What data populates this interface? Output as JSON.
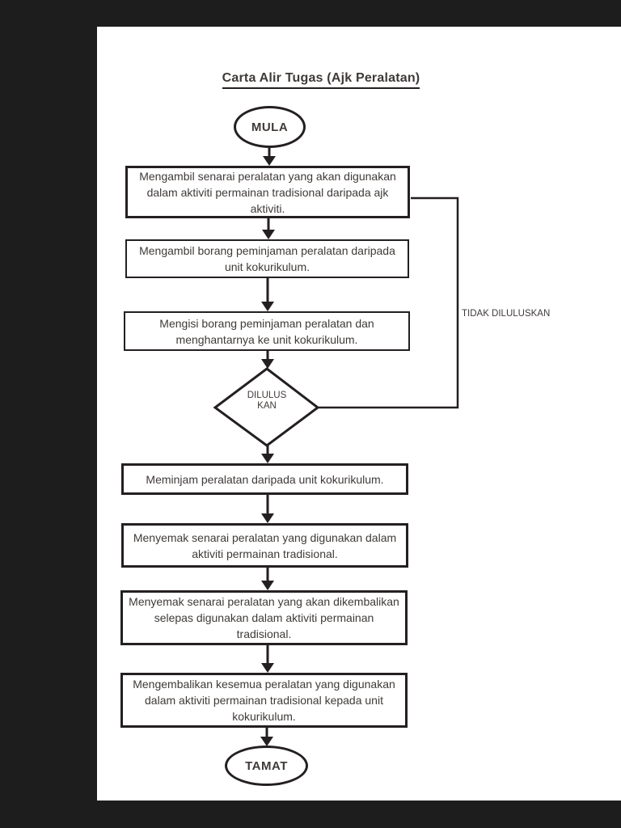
{
  "document": {
    "title": "Carta Alir Tugas (Ajk Peralatan)"
  },
  "flowchart": {
    "start_label": "MULA",
    "end_label": "TAMAT",
    "steps": [
      "Mengambil senarai peralatan yang akan digunakan dalam aktiviti permainan tradisional daripada ajk aktiviti.",
      "Mengambil borang peminjaman peralatan daripada unit kokurikulum.",
      "Mengisi borang peminjaman peralatan dan menghantarnya ke unit kokurikulum.",
      "Meminjam peralatan daripada unit kokurikulum.",
      "Menyemak senarai peralatan yang digunakan dalam aktiviti permainan tradisional.",
      "Menyemak senarai peralatan yang akan dikembalikan selepas digunakan dalam aktiviti permainan tradisional.",
      "Mengembalikan kesemua peralatan yang digunakan dalam aktiviti permainan tradisional kepada unit kokurikulum."
    ],
    "decision": {
      "line1": "DILULUS",
      "line2": "KAN"
    },
    "no_branch_label": "TIDAK DILULUSKAN"
  },
  "colors": {
    "viewer_chrome": "#1d1d1d",
    "line_ink": "#241f20",
    "text": "#3f3a38",
    "page_background": "#ffffff"
  }
}
